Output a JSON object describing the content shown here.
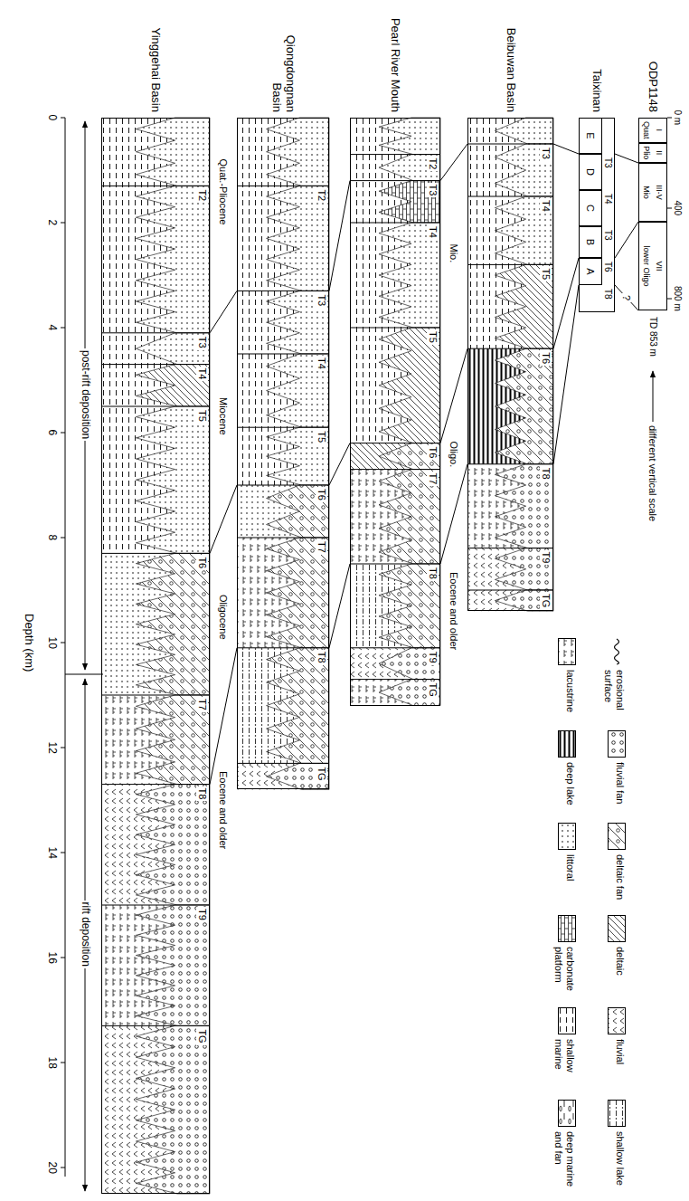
{
  "diagram": {
    "nodes": [
      {
        "text": [
          "Yinggehai Basin"
        ]
      },
      {
        "text": [
          "Qiongdongnan Basin"
        ]
      },
      {
        "text": [
          "Pearl River Mouth"
        ]
      },
      {
        "text": [
          "Beibuwan Basin"
        ]
      },
      {
        "text": [
          "Taixinan"
        ]
      },
      {
        "text": [
          "E"
        ],
        "in": 4
      },
      {
        "text": [
          "D"
        ],
        "in": 4
      },
      {
        "text": [
          "C"
        ],
        "in": 4
      },
      {
        "text": [
          "B"
        ],
        "in": 4
      },
      {
        "text": [
          "A"
        ],
        "in": 4
      },
      {
        "text": [
          "ODP1148"
        ]
      },
      {
        "text": [
          "Quat",
          "I"
        ],
        "in": 10
      },
      {
        "text": [
          "Plio",
          "II"
        ],
        "in": 10
      },
      {
        "text": [
          "Mio",
          "III-V"
        ],
        "in": 10
      },
      {
        "text": [
          "lower Oligo",
          "VII"
        ],
        "in": 10
      }
    ],
    "edges": [
      {
        "from": 0,
        "to": 1,
        "arrow": "none"
      },
      {
        "from": 0,
        "to": 1,
        "arrow": "none"
      },
      {
        "from": 0,
        "to": 1,
        "arrow": "none"
      },
      {
        "from": 1,
        "to": 2,
        "arrow": "none"
      },
      {
        "from": 1,
        "to": 2,
        "arrow": "none"
      },
      {
        "from": 1,
        "to": 2,
        "arrow": "none"
      },
      {
        "from": 2,
        "to": 3,
        "arrow": "none"
      },
      {
        "from": 2,
        "to": 3,
        "arrow": "none"
      },
      {
        "from": 2,
        "to": 3,
        "arrow": "none"
      },
      {
        "from": 3,
        "to": 4,
        "arrow": "none"
      },
      {
        "from": 3,
        "to": 4,
        "arrow": "none"
      },
      {
        "from": 3,
        "to": 4,
        "arrow": "none"
      },
      {
        "from": 4,
        "to": 10,
        "arrow": "none"
      },
      {
        "from": 4,
        "to": 10,
        "arrow": "none"
      },
      {
        "from": 4,
        "to": 10,
        "label": "?",
        "arrow": "none"
      }
    ],
    "labels": [
      "Depth (km)",
      "0",
      "2",
      "4",
      "6",
      "8",
      "10",
      "12",
      "14",
      "16",
      "18",
      "20",
      "post-rift deposition",
      "rift deposition",
      "T2",
      "T3",
      "T4",
      "T5",
      "T6",
      "T7",
      "T8",
      "T9",
      "TG",
      "Quat.-Pliocene",
      "Miocene",
      "Oligocene",
      "Eocene and older",
      "T2",
      "T3",
      "T4",
      "T5",
      "T6",
      "T7",
      "T8",
      "TG",
      "T2",
      "T3",
      "T4",
      "T5",
      "T6",
      "T7",
      "T8",
      "T9",
      "TG",
      "Mio.",
      "Oligo.",
      "Eocene and older",
      "T3",
      "T4",
      "T5",
      "T6",
      "T8",
      "T9",
      "TG",
      "T3",
      "T4",
      "T3",
      "T6",
      "T8",
      "0 m",
      "400",
      "800 m",
      "TD 853 m",
      "different vertical scale"
    ],
    "legend": [
      {
        "text": "erosional surface"
      },
      {
        "text": "lacustrine"
      },
      {
        "text": "fluvial fan"
      },
      {
        "text": "deep lake"
      },
      {
        "text": "deltaic fan"
      },
      {
        "text": "littoral"
      },
      {
        "text": "deltaic"
      },
      {
        "text": "carbonate platform"
      },
      {
        "text": "fluvial"
      },
      {
        "text": "shallow marine"
      },
      {
        "text": "shallow lake"
      },
      {
        "text": "deep marine and fan"
      }
    ]
  }
}
